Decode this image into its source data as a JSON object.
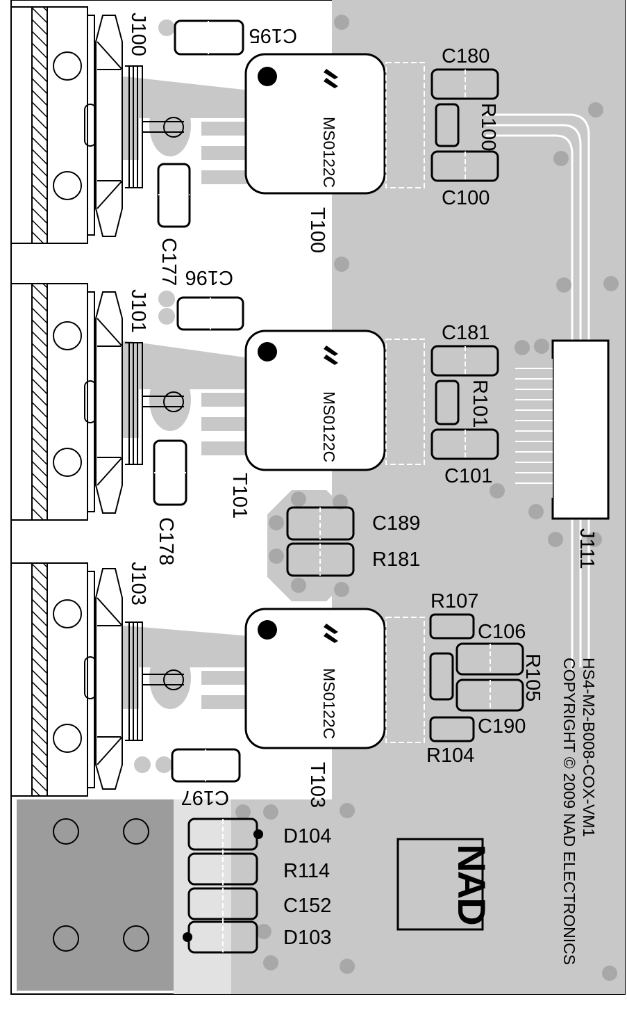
{
  "board": {
    "id_text": "HS4-M2-B008-COX-VM1",
    "copyright_text": "COPYRIGHT © 2009 NAD ELECTRONICS",
    "logo_text": "NAD"
  },
  "connectors": {
    "j100": "J100",
    "j101": "J101",
    "j103": "J103",
    "j111": "J111"
  },
  "transformers": {
    "t100": "T100",
    "t101": "T101",
    "t103": "T103",
    "part_marking": "MS0122C"
  },
  "capacitors": {
    "c195": "C195",
    "c180": "C180",
    "c100": "C100",
    "c177": "C177",
    "c196": "C196",
    "c181": "C181",
    "c101": "C101",
    "c178": "C178",
    "c189": "C189",
    "c106": "C106",
    "c190": "C190",
    "c197": "C197",
    "c152": "C152"
  },
  "resistors": {
    "r100": "R100",
    "r101": "R101",
    "r181": "R181",
    "r107": "R107",
    "r105": "R105",
    "r104": "R104",
    "r114": "R114"
  },
  "diodes": {
    "d104": "D104",
    "d103": "D103"
  }
}
